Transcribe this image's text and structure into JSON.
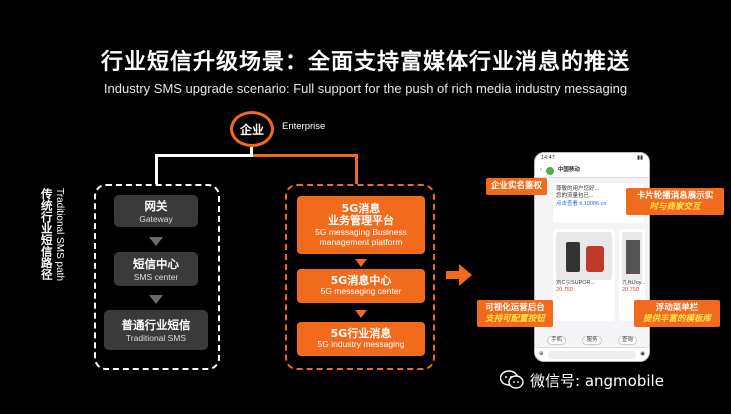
{
  "title": {
    "zh": "行业短信升级场景：全面支持富媒体行业消息的推送",
    "en": "Industry SMS upgrade scenario: Full support for the push of rich media industry messaging"
  },
  "enterprise": {
    "zh": "企业",
    "en": "Enterprise"
  },
  "traditional_path": {
    "zh": "传统行业短信路径",
    "en": "Traditional SMS path",
    "boxes": [
      {
        "zh": "网关",
        "en": "Gateway"
      },
      {
        "zh": "短信中心",
        "en": "SMS center"
      },
      {
        "zh": "普通行业短信",
        "en": "Traditional SMS"
      }
    ]
  },
  "five_g_path": {
    "boxes": [
      {
        "zh": "5G消息\n业务管理平台",
        "en": "5G messaging Business\nmanagement platform"
      },
      {
        "zh": "5G消息中心",
        "en": "5G messaging center"
      },
      {
        "zh": "5G行业消息",
        "en": "5G industry messaging"
      }
    ]
  },
  "callouts": [
    {
      "main": "企业实名鉴权",
      "sub": ""
    },
    {
      "main": "卡片轮播消息展示实",
      "sub": "时与商家交互"
    },
    {
      "main": "可视化运营后台",
      "sub": "支持可配置按钮"
    },
    {
      "main": "浮动菜单栏",
      "sub": "提供丰富的模板库"
    }
  ],
  "phone": {
    "time": "14:47",
    "sender": "中国移动",
    "msg_lines": [
      "尊敬的用户您好...",
      "您的流量包已...",
      "点击查看 ti.10086.cn"
    ],
    "products": [
      {
        "name": "刘C引SUPOR...",
        "price": "20.750"
      },
      {
        "name": "九阳Joy...",
        "price": "20.750"
      }
    ],
    "menu": [
      "手机",
      "服务",
      "查询"
    ]
  },
  "watermark": "微信号: angmobile",
  "colors": {
    "accent": "#f26b1d",
    "gray_box": "#3a3a3a",
    "highlight": "#ffe24a"
  }
}
